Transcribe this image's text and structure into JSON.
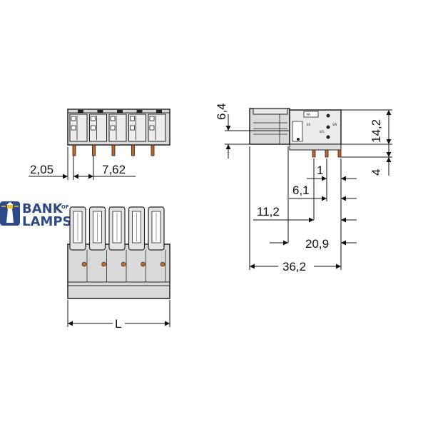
{
  "logo": {
    "line1": "BANK",
    "of": "OF",
    "line2": "LAMPS",
    "color": "#2d4a86"
  },
  "dimensions": {
    "pitch_offset": "2,05",
    "pitch": "7,62",
    "length": "L",
    "height_top": "6,4",
    "height_total": "14,2",
    "pin_length": "4",
    "pin_width": "1",
    "d_6_1": "6,1",
    "d_11_2": "11,2",
    "d_20_9": "20,9",
    "d_36_2": "36,2"
  },
  "side_labels": {
    "tag1": "PA",
    "tag2": "E6",
    "tag3": "8/5",
    "tag4": "SW"
  },
  "colors": {
    "body": "#d9d9d9",
    "outline": "#222222",
    "contact": "#c8642a",
    "line": "#111111"
  }
}
